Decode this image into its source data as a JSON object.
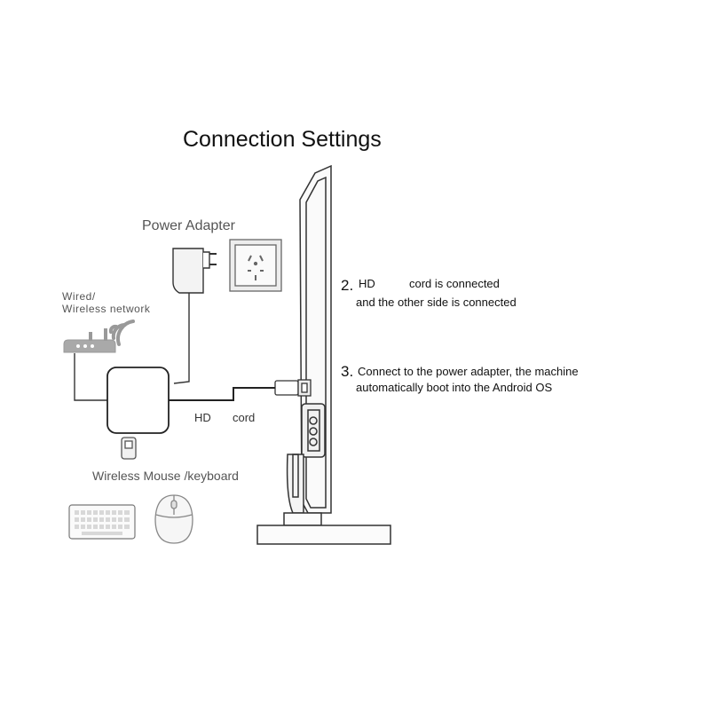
{
  "title": "Connection Settings",
  "power_adapter_label": "Power Adapter",
  "network_label": {
    "line1": "Wired/",
    "line2": "Wireless network"
  },
  "hd_cord_label": {
    "hd": "HD",
    "cord": "cord"
  },
  "mouse_keyboard_label": "Wireless Mouse /keyboard",
  "steps": [
    {
      "number": "2.",
      "hd": "HD",
      "line1": "cord is connected",
      "line2": "and the other side is connected"
    },
    {
      "number": "3.",
      "line1": "Connect to the power adapter, the machine",
      "line2": "automatically boot into the Android OS"
    }
  ],
  "colors": {
    "line": "#333333",
    "gray_device": "#9a9a9a",
    "light_fill": "#f2f2f2"
  }
}
